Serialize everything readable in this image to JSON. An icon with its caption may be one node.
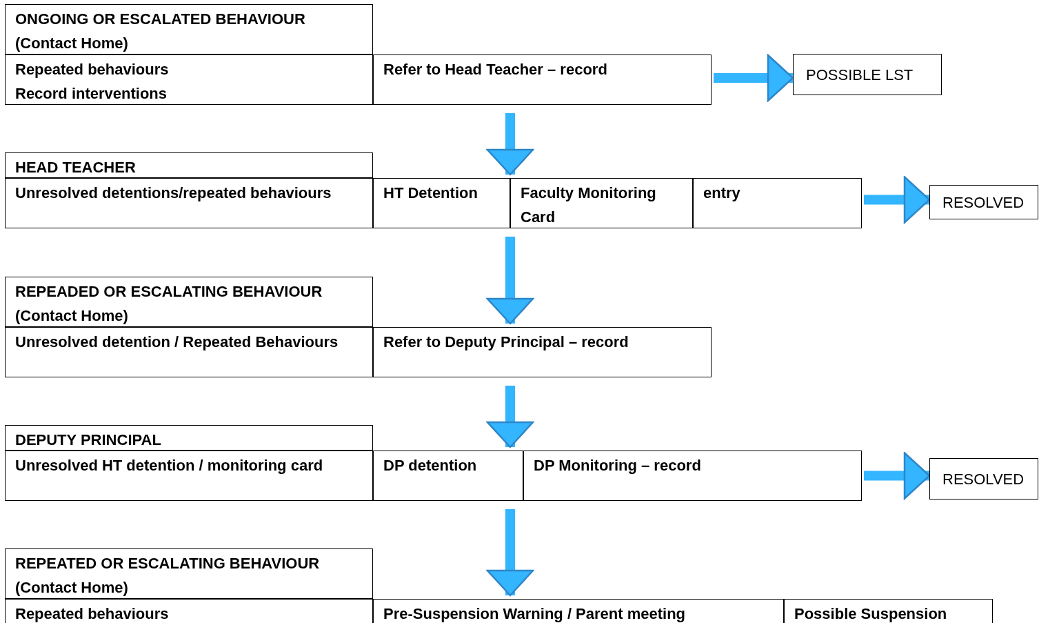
{
  "diagram": {
    "nodes": [
      {
        "text": [
          "ONGOING OR ESCALATED BEHAVIOUR (Contact Home)"
        ]
      },
      {
        "text": [
          "Repeated behaviours",
          "Record interventions"
        ]
      },
      {
        "text": [
          "Refer to Head Teacher – record"
        ]
      },
      {
        "text": [
          "POSSIBLE LST"
        ]
      },
      {
        "text": [
          "HEAD TEACHER"
        ]
      },
      {
        "text": [
          "Unresolved detentions/repeated behaviours"
        ]
      },
      {
        "text": [
          "HT Detention"
        ]
      },
      {
        "text": [
          "Faculty Monitoring Card"
        ]
      },
      {
        "text": [
          "entry"
        ]
      },
      {
        "text": [
          "RESOLVED"
        ]
      },
      {
        "text": [
          "REPEADED OR ESCALATING BEHAVIOUR (Contact Home)"
        ]
      },
      {
        "text": [
          "Unresolved detention / Repeated Behaviours"
        ]
      },
      {
        "text": [
          "Refer to Deputy Principal – record"
        ]
      },
      {
        "text": [
          "DEPUTY PRINCIPAL"
        ]
      },
      {
        "text": [
          "Unresolved HT detention / monitoring card"
        ]
      },
      {
        "text": [
          "DP detention"
        ]
      },
      {
        "text": [
          "DP Monitoring – record"
        ]
      },
      {
        "text": [
          "RESOLVED"
        ]
      },
      {
        "text": [
          "REPEATED OR ESCALATING BEHAVIOUR (Contact Home)"
        ]
      },
      {
        "text": [
          "Repeated behaviours"
        ]
      },
      {
        "text": [
          "Pre-Suspension Warning / Parent meeting"
        ]
      },
      {
        "text": [
          "Possible Suspension"
        ]
      }
    ],
    "edges": [
      {
        "from": 2,
        "to": 3,
        "arrow": "to"
      },
      {
        "from": 2,
        "to": 6,
        "arrow": "to"
      },
      {
        "from": 8,
        "to": 9,
        "arrow": "to"
      },
      {
        "from": 6,
        "to": 12,
        "arrow": "to"
      },
      {
        "from": 12,
        "to": 15,
        "arrow": "to"
      },
      {
        "from": 16,
        "to": 17,
        "arrow": "to"
      },
      {
        "from": 15,
        "to": 20,
        "arrow": "to"
      }
    ]
  }
}
